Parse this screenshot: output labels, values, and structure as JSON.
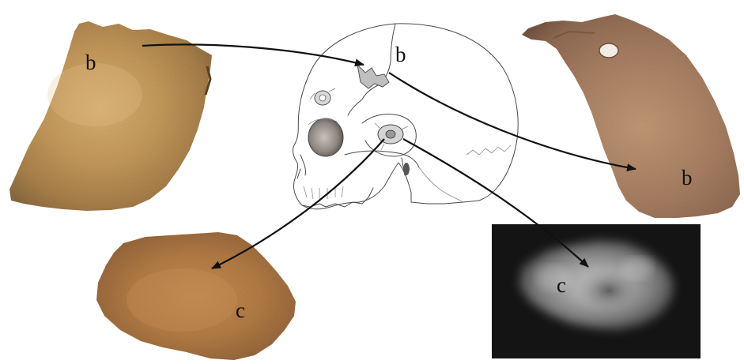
{
  "labels": {
    "fragment_top_left": "b",
    "skull_marker": "b",
    "fragment_right": "b",
    "fragment_bottom_left": "c",
    "xray_panel": "c"
  }
}
